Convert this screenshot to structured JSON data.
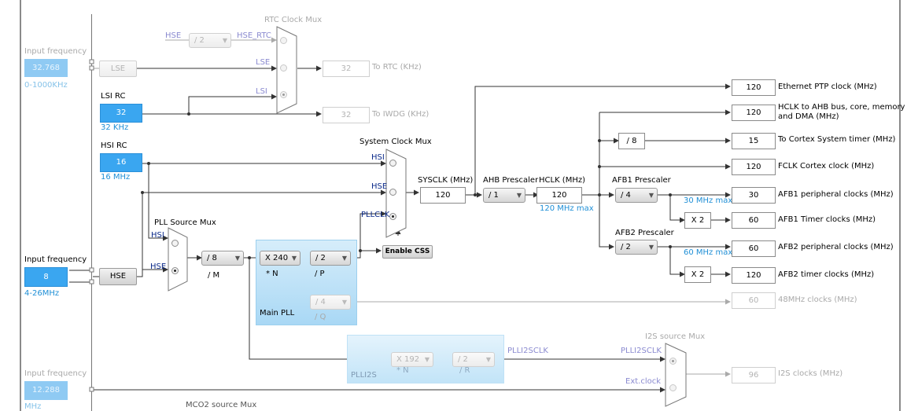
{
  "osc_lse": {
    "title": "Input frequency",
    "value": "32.768",
    "range": "0-1000KHz",
    "block": "LSE"
  },
  "lsi_rc": {
    "title": "LSI RC",
    "value": "32",
    "unit": "32 KHz"
  },
  "hsi_rc": {
    "title": "HSI RC",
    "value": "16",
    "unit": "16 MHz"
  },
  "osc_hse": {
    "title": "Input frequency",
    "value": "8",
    "range": "4-26MHz",
    "block": "HSE"
  },
  "osc_i2s": {
    "title": "Input frequency",
    "value": "12.288",
    "range": "MHz"
  },
  "rtc": {
    "title": "RTC Clock Mux",
    "div": "/ 2",
    "sig_hse": "HSE",
    "sig_hse_rtc": "HSE_RTC",
    "sig_lse": "LSE",
    "sig_lsi": "LSI",
    "rtc_value": "32",
    "rtc_label": "To RTC (KHz)",
    "iwdg_value": "32",
    "iwdg_label": "To IWDG (KHz)"
  },
  "sysmux": {
    "title": "System Clock Mux",
    "sig_hsi": "HSI",
    "sig_hse": "HSE",
    "sig_pllclk": "PLLCLK",
    "css_label": "Enable CSS"
  },
  "pllsrc": {
    "title": "PLL Source Mux",
    "sig_hsi": "HSI",
    "sig_hse": "HSE"
  },
  "pll": {
    "m": "/ 8",
    "m_label": "/ M",
    "n": "X 240",
    "n_label": "* N",
    "p": "/ 2",
    "p_label": "/ P",
    "q": "/ 4",
    "q_label": "/ Q",
    "title": "Main PLL"
  },
  "sysclk": {
    "label": "SYSCLK (MHz)",
    "value": "120"
  },
  "ahb": {
    "label": "AHB Prescaler",
    "value": "/ 1"
  },
  "hclk": {
    "label": "HCLK (MHz)",
    "value": "120",
    "max": "120 MHz max"
  },
  "apb1": {
    "label": "AFB1 Prescaler",
    "value": "/ 4",
    "max": "30 MHz max"
  },
  "apb2": {
    "label": "AFB2 Prescaler",
    "value": "/ 2",
    "max": "60 MHz max"
  },
  "cortex_div": "/ 8",
  "timer_mul1": "X 2",
  "timer_mul2": "X 2",
  "outputs": [
    {
      "value": "120",
      "label": "Ethernet PTP clock (MHz)"
    },
    {
      "value": "120",
      "label": "HCLK to AHB bus, core, memory",
      "label2": "and DMA (MHz)"
    },
    {
      "value": "15",
      "label": "To Cortex System timer (MHz)"
    },
    {
      "value": "120",
      "label": "FCLK Cortex clock (MHz)"
    },
    {
      "value": "30",
      "label": "AFB1 peripheral clocks (MHz)"
    },
    {
      "value": "60",
      "label": "AFB1 Timer clocks (MHz)"
    },
    {
      "value": "60",
      "label": "AFB2 peripheral clocks (MHz)"
    },
    {
      "value": "120",
      "label": "AFB2 timer clocks (MHz)"
    },
    {
      "value": "60",
      "label": "48MHz clocks (MHz)"
    }
  ],
  "plli2s": {
    "n": "X 192",
    "n_label": "* N",
    "r": "/ 2",
    "r_label": "/ R",
    "title": "PLLI2S",
    "out": "PLLI2SCLK"
  },
  "i2smux": {
    "title": "I2S source Mux",
    "sig_plli2s": "PLLI2SCLK",
    "sig_ext": "Ext.clock",
    "value": "96",
    "label": "I2S clocks (MHz)"
  },
  "mco2": {
    "title": "MCO2 source Mux"
  }
}
